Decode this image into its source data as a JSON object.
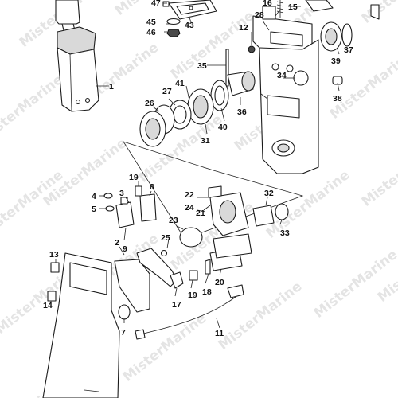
{
  "watermark": {
    "text": "MisterMarine"
  },
  "callouts": [
    {
      "id": "n1",
      "label": "1"
    },
    {
      "id": "n2",
      "label": "2"
    },
    {
      "id": "n3",
      "label": "3"
    },
    {
      "id": "n4",
      "label": "4"
    },
    {
      "id": "n5",
      "label": "5"
    },
    {
      "id": "n7",
      "label": "7"
    },
    {
      "id": "n8",
      "label": "8"
    },
    {
      "id": "n9",
      "label": "9"
    },
    {
      "id": "n11",
      "label": "11"
    },
    {
      "id": "n12",
      "label": "12"
    },
    {
      "id": "n13",
      "label": "13"
    },
    {
      "id": "n14",
      "label": "14"
    },
    {
      "id": "n15",
      "label": "15"
    },
    {
      "id": "n16",
      "label": "16"
    },
    {
      "id": "n17",
      "label": "17"
    },
    {
      "id": "n18",
      "label": "18"
    },
    {
      "id": "n19a",
      "label": "19"
    },
    {
      "id": "n19b",
      "label": "19"
    },
    {
      "id": "n20",
      "label": "20"
    },
    {
      "id": "n21",
      "label": "21"
    },
    {
      "id": "n22",
      "label": "22"
    },
    {
      "id": "n23",
      "label": "23"
    },
    {
      "id": "n24",
      "label": "24"
    },
    {
      "id": "n25",
      "label": "25"
    },
    {
      "id": "n26",
      "label": "26"
    },
    {
      "id": "n27",
      "label": "27"
    },
    {
      "id": "n28",
      "label": "28"
    },
    {
      "id": "n31",
      "label": "31"
    },
    {
      "id": "n32",
      "label": "32"
    },
    {
      "id": "n33",
      "label": "33"
    },
    {
      "id": "n34",
      "label": "34"
    },
    {
      "id": "n35",
      "label": "35"
    },
    {
      "id": "n36",
      "label": "36"
    },
    {
      "id": "n37",
      "label": "37"
    },
    {
      "id": "n38",
      "label": "38"
    },
    {
      "id": "n39",
      "label": "39"
    },
    {
      "id": "n40",
      "label": "40"
    },
    {
      "id": "n41",
      "label": "41"
    },
    {
      "id": "n43",
      "label": "43"
    },
    {
      "id": "n45",
      "label": "45"
    },
    {
      "id": "n46",
      "label": "46"
    },
    {
      "id": "n47",
      "label": "47"
    }
  ]
}
